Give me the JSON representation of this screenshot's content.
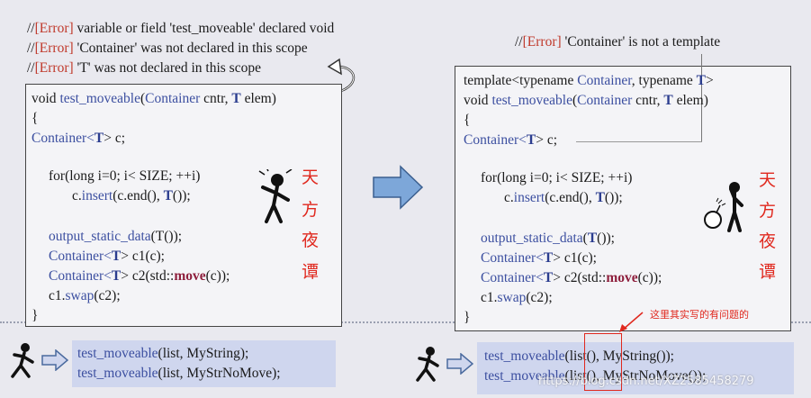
{
  "errors_left": [
    "variable or field 'test_moveable' declared void",
    "'Container' was not declared in this scope",
    "'T' was not declared in this scope"
  ],
  "error_right": "'Container' is not a template",
  "error_prefix": "//",
  "error_tag": "[Error]",
  "left_code": {
    "line1_a": "void ",
    "line1_fn": "test_moveable",
    "line1_b": "(",
    "line1_c": "Container",
    "line1_d": " cntr, ",
    "line1_e": "T",
    "line1_f": " elem)",
    "brace_open": "{",
    "l2_a": "Container",
    "l2_b": "<",
    "l2_c": "T",
    "l2_d": "> c;",
    "l3": "for(long i=0; i< SIZE; ++i)",
    "l4_a": "c.",
    "l4_b": "insert",
    "l4_c": "(c.end(), ",
    "l4_d": "T",
    "l4_e": "());",
    "l5_a": "output_static_data",
    "l5_b": "(T());",
    "l6_a": "Container",
    "l6_b": "<",
    "l6_c": "T",
    "l6_d": "> c1(c);",
    "l7_a": "Container",
    "l7_b": "<",
    "l7_c": "T",
    "l7_d": "> c2(std::",
    "l7_e": "move",
    "l7_f": "(c));",
    "l8_a": "c1.",
    "l8_b": "swap",
    "l8_c": "(c2);",
    "brace_close": "}"
  },
  "right_code": {
    "tpl_a": "template<",
    "tpl_b": "typename ",
    "tpl_c": "Container",
    "tpl_d": ", ",
    "tpl_e": "typename ",
    "tpl_f": "T",
    "tpl_g": ">",
    "line1_a": "void ",
    "line1_fn": "test_moveable",
    "line1_b": "(",
    "line1_c": "Container",
    "line1_d": " cntr, ",
    "line1_e": "T",
    "line1_f": " elem)",
    "brace_open": "{",
    "l2_a": "Container",
    "l2_b": "<",
    "l2_c": "T",
    "l2_d": "> c;",
    "l3": "for(long i=0; i< SIZE; ++i)",
    "l4_a": "c.",
    "l4_b": "insert",
    "l4_c": "(c.end(), ",
    "l4_d": "T",
    "l4_e": "());",
    "l5_a": "output_static_data",
    "l5_b": "(",
    "l5_c": "T",
    "l5_d": "());",
    "l6_a": "Container",
    "l6_b": "<",
    "l6_c": "T",
    "l6_d": "> c1(c);",
    "l7_a": "Container",
    "l7_b": "<",
    "l7_c": "T",
    "l7_d": "> c2(std::",
    "l7_e": "move",
    "l7_f": "(c));",
    "l8_a": "c1.",
    "l8_b": "swap",
    "l8_c": "(c2);",
    "brace_close": "}"
  },
  "left_calls": [
    {
      "fn": "test_moveable",
      "args": "(list, MyString);"
    },
    {
      "fn": "test_moveable",
      "args": "(list, MyStrNoMove);"
    }
  ],
  "right_calls": [
    {
      "fn": "test_moveable",
      "args_a": "(",
      "args_hl": "list()",
      "args_b": ", MyString());"
    },
    {
      "fn": "test_moveable",
      "args_a": "(",
      "args_hl": "list()",
      "args_b": ", MyStrNoMove());"
    }
  ],
  "cn_left": [
    "天",
    "方",
    "夜",
    "谭"
  ],
  "cn_right": [
    "天",
    "方",
    "夜",
    "谭"
  ],
  "annotation": "这里其实写的有问题的",
  "watermark": "https://blog.csdn.net/XZ2585458279",
  "icons": {
    "confused_figure": "confused-figure-icon",
    "bomb_figure": "bomb-figure-icon",
    "running_figure": "running-figure-icon",
    "big_arrow": "right-arrow-icon",
    "small_arrow": "small-right-arrow-icon",
    "curved_arrow": "curved-arrow-icon"
  },
  "colors": {
    "error": "#c0392b",
    "keyword": "#3c4fa0",
    "highlight": "#e0281e",
    "callbox": "#cfd6ee",
    "arrow": "#7da7d9"
  }
}
